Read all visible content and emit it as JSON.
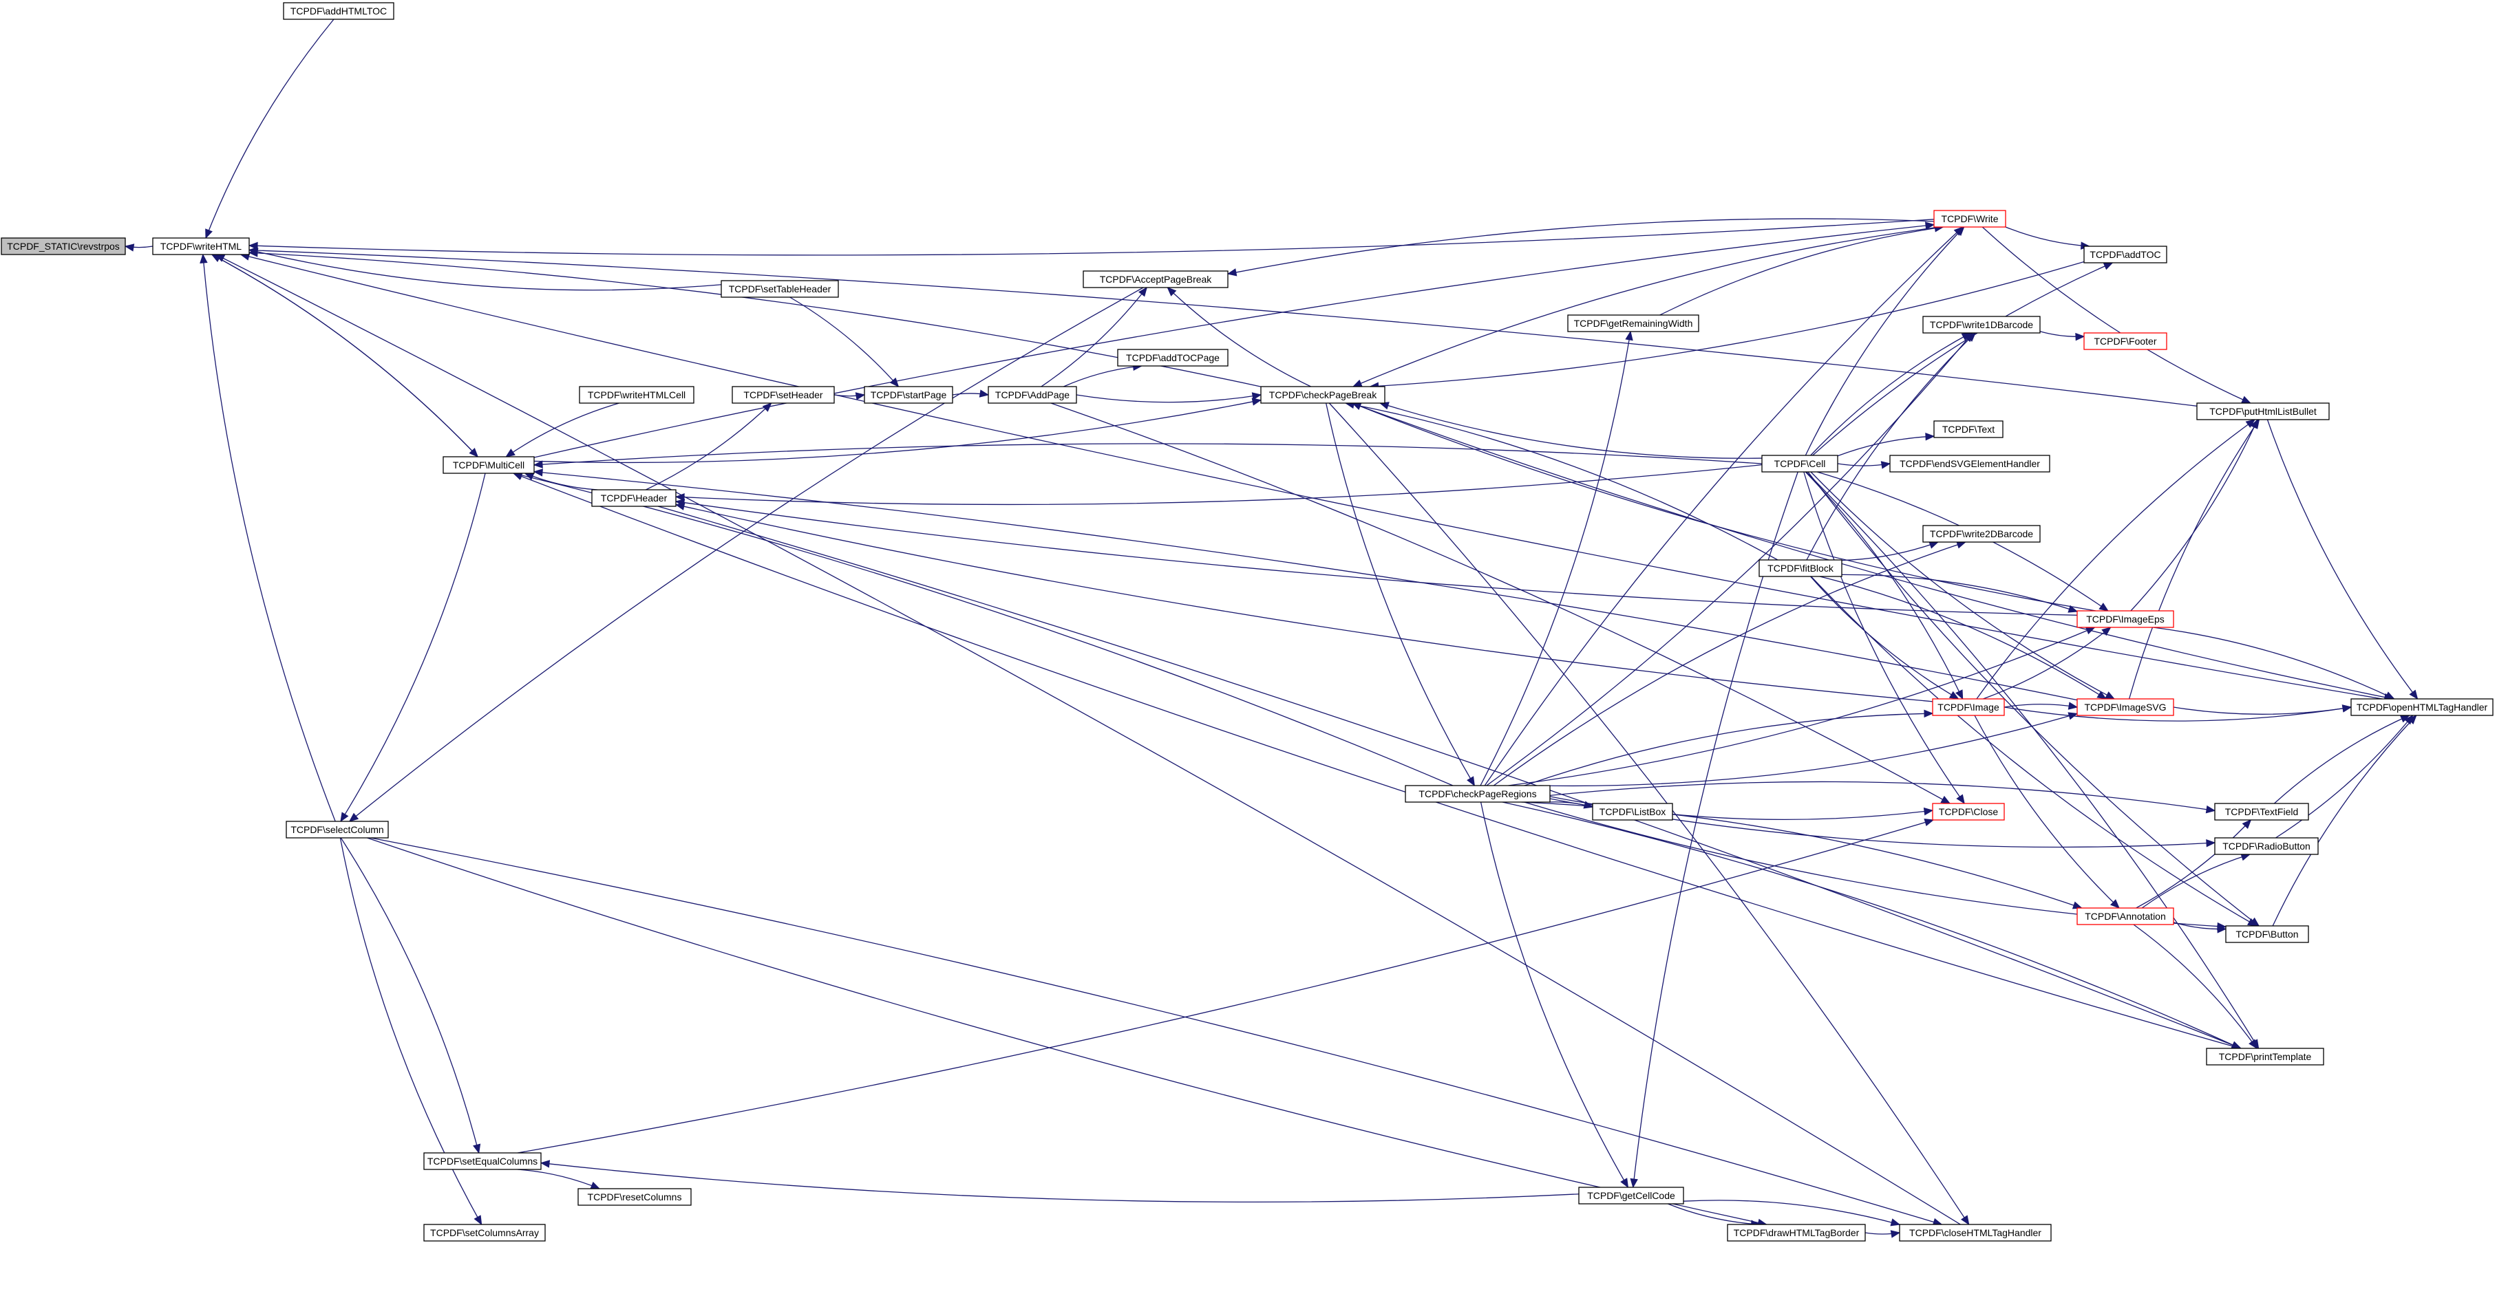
{
  "diagram": {
    "colors": {
      "edge": "#191970",
      "root_fill": "#bfbfbf",
      "alert_border": "#ff0000",
      "node_border": "#000000"
    },
    "nodes": [
      {
        "id": "revstrpos",
        "label": "TCPDF_STATIC\\revstrpos",
        "root": true
      },
      {
        "id": "writeHTML",
        "label": "TCPDF\\writeHTML"
      },
      {
        "id": "addHTMLTOC",
        "label": "TCPDF\\addHTMLTOC"
      },
      {
        "id": "setTableHeader",
        "label": "TCPDF\\setTableHeader"
      },
      {
        "id": "AcceptPageBreak",
        "label": "TCPDF\\AcceptPageBreak"
      },
      {
        "id": "addTOCPage",
        "label": "TCPDF\\addTOCPage"
      },
      {
        "id": "setHeader",
        "label": "TCPDF\\setHeader"
      },
      {
        "id": "startPage",
        "label": "TCPDF\\startPage"
      },
      {
        "id": "AddPage",
        "label": "TCPDF\\AddPage"
      },
      {
        "id": "checkPageBreak",
        "label": "TCPDF\\checkPageBreak"
      },
      {
        "id": "writeHTMLCell",
        "label": "TCPDF\\writeHTMLCell"
      },
      {
        "id": "MultiCell",
        "label": "TCPDF\\MultiCell"
      },
      {
        "id": "Header",
        "label": "TCPDF\\Header"
      },
      {
        "id": "getRemainingWidth",
        "label": "TCPDF\\getRemainingWidth"
      },
      {
        "id": "Write",
        "label": "TCPDF\\Write",
        "alert": true
      },
      {
        "id": "addTOC",
        "label": "TCPDF\\addTOC"
      },
      {
        "id": "write1DBarcode",
        "label": "TCPDF\\write1DBarcode"
      },
      {
        "id": "Footer",
        "label": "TCPDF\\Footer",
        "alert": true
      },
      {
        "id": "Text",
        "label": "TCPDF\\Text"
      },
      {
        "id": "endSVGElementHandler",
        "label": "TCPDF\\endSVGElementHandler"
      },
      {
        "id": "Cell",
        "label": "TCPDF\\Cell"
      },
      {
        "id": "putHtmlListBullet",
        "label": "TCPDF\\putHtmlListBullet"
      },
      {
        "id": "write2DBarcode",
        "label": "TCPDF\\write2DBarcode"
      },
      {
        "id": "fitBlock",
        "label": "TCPDF\\fitBlock"
      },
      {
        "id": "ImageEps",
        "label": "TCPDF\\ImageEps",
        "alert": true
      },
      {
        "id": "Image",
        "label": "TCPDF\\Image",
        "alert": true
      },
      {
        "id": "ImageSVG",
        "label": "TCPDF\\ImageSVG",
        "alert": true
      },
      {
        "id": "openHTMLTagHandler",
        "label": "TCPDF\\openHTMLTagHandler"
      },
      {
        "id": "checkPageRegions",
        "label": "TCPDF\\checkPageRegions"
      },
      {
        "id": "ListBox",
        "label": "TCPDF\\ListBox"
      },
      {
        "id": "Close",
        "label": "TCPDF\\Close",
        "alert": true
      },
      {
        "id": "TextField",
        "label": "TCPDF\\TextField"
      },
      {
        "id": "RadioButton",
        "label": "TCPDF\\RadioButton"
      },
      {
        "id": "Annotation",
        "label": "TCPDF\\Annotation",
        "alert": true
      },
      {
        "id": "Button",
        "label": "TCPDF\\Button"
      },
      {
        "id": "printTemplate",
        "label": "TCPDF\\printTemplate"
      },
      {
        "id": "selectColumn",
        "label": "TCPDF\\selectColumn"
      },
      {
        "id": "setEqualColumns",
        "label": "TCPDF\\setEqualColumns"
      },
      {
        "id": "resetColumns",
        "label": "TCPDF\\resetColumns"
      },
      {
        "id": "setColumnsArray",
        "label": "TCPDF\\setColumnsArray"
      },
      {
        "id": "getCellCode",
        "label": "TCPDF\\getCellCode"
      },
      {
        "id": "drawHTMLTagBorder",
        "label": "TCPDF\\drawHTMLTagBorder"
      },
      {
        "id": "closeHTMLTagHandler",
        "label": "TCPDF\\closeHTMLTagHandler"
      }
    ],
    "edges": [
      [
        "writeHTML",
        "revstrpos"
      ],
      [
        "addHTMLTOC",
        "writeHTML"
      ],
      [
        "setTableHeader",
        "writeHTML"
      ],
      [
        "MultiCell",
        "writeHTML"
      ],
      [
        "selectColumn",
        "writeHTML"
      ],
      [
        "checkPageBreak",
        "writeHTML"
      ],
      [
        "Write",
        "writeHTML"
      ],
      [
        "putHtmlListBullet",
        "writeHTML"
      ],
      [
        "openHTMLTagHandler",
        "writeHTML"
      ],
      [
        "closeHTMLTagHandler",
        "writeHTML"
      ],
      [
        "writeHTML",
        "MultiCell"
      ],
      [
        "AcceptPageBreak",
        "selectColumn"
      ],
      [
        "checkPageBreak",
        "AcceptPageBreak"
      ],
      [
        "Write",
        "AcceptPageBreak"
      ],
      [
        "setTableHeader",
        "startPage"
      ],
      [
        "setHeader",
        "startPage"
      ],
      [
        "startPage",
        "AddPage"
      ],
      [
        "AddPage",
        "AcceptPageBreak"
      ],
      [
        "AddPage",
        "addTOCPage"
      ],
      [
        "AddPage",
        "checkPageBreak"
      ],
      [
        "AddPage",
        "Close"
      ],
      [
        "writeHTMLCell",
        "MultiCell"
      ],
      [
        "Header",
        "MultiCell"
      ],
      [
        "Header",
        "setHeader"
      ],
      [
        "MultiCell",
        "Write"
      ],
      [
        "MultiCell",
        "checkPageBreak"
      ],
      [
        "MultiCell",
        "selectColumn"
      ],
      [
        "Cell",
        "MultiCell"
      ],
      [
        "Cell",
        "Header"
      ],
      [
        "checkPageRegions",
        "MultiCell"
      ],
      [
        "printTemplate",
        "MultiCell"
      ],
      [
        "ImageSVG",
        "MultiCell"
      ],
      [
        "Cell",
        "checkPageBreak"
      ],
      [
        "fitBlock",
        "checkPageBreak"
      ],
      [
        "ImageEps",
        "checkPageBreak"
      ],
      [
        "Write",
        "checkPageBreak"
      ],
      [
        "addTOC",
        "checkPageBreak"
      ],
      [
        "checkPageBreak",
        "checkPageRegions"
      ],
      [
        "checkPageBreak",
        "closeHTMLTagHandler"
      ],
      [
        "checkPageBreak",
        "openHTMLTagHandler"
      ],
      [
        "getRemainingWidth",
        "Write"
      ],
      [
        "Write",
        "addTOC"
      ],
      [
        "Cell",
        "Write"
      ],
      [
        "Write",
        "putHtmlListBullet"
      ],
      [
        "Cell",
        "write1DBarcode"
      ],
      [
        "write1DBarcode",
        "Footer"
      ],
      [
        "Cell",
        "Text"
      ],
      [
        "Cell",
        "endSVGElementHandler"
      ],
      [
        "Cell",
        "Image"
      ],
      [
        "Cell",
        "Close"
      ],
      [
        "Cell",
        "ImageEps"
      ],
      [
        "Cell",
        "ImageSVG"
      ],
      [
        "Cell",
        "addTOC"
      ],
      [
        "Cell",
        "Button"
      ],
      [
        "Cell",
        "printTemplate"
      ],
      [
        "Cell",
        "getCellCode"
      ],
      [
        "fitBlock",
        "write1DBarcode"
      ],
      [
        "fitBlock",
        "write2DBarcode"
      ],
      [
        "fitBlock",
        "ImageEps"
      ],
      [
        "fitBlock",
        "Image"
      ],
      [
        "fitBlock",
        "ImageSVG"
      ],
      [
        "fitBlock",
        "Button"
      ],
      [
        "Image",
        "Header"
      ],
      [
        "Image",
        "ImageEps"
      ],
      [
        "Image",
        "ImageSVG"
      ],
      [
        "Image",
        "openHTMLTagHandler"
      ],
      [
        "Image",
        "putHtmlListBullet"
      ],
      [
        "Image",
        "Annotation"
      ],
      [
        "ImageEps",
        "openHTMLTagHandler"
      ],
      [
        "ImageEps",
        "putHtmlListBullet"
      ],
      [
        "ImageEps",
        "Header"
      ],
      [
        "ImageSVG",
        "openHTMLTagHandler"
      ],
      [
        "ImageSVG",
        "putHtmlListBullet"
      ],
      [
        "putHtmlListBullet",
        "openHTMLTagHandler"
      ],
      [
        "TextField",
        "openHTMLTagHandler"
      ],
      [
        "RadioButton",
        "openHTMLTagHandler"
      ],
      [
        "Button",
        "openHTMLTagHandler"
      ],
      [
        "Annotation",
        "TextField"
      ],
      [
        "Annotation",
        "RadioButton"
      ],
      [
        "Annotation",
        "Button"
      ],
      [
        "Annotation",
        "printTemplate"
      ],
      [
        "checkPageRegions",
        "getRemainingWidth"
      ],
      [
        "checkPageRegions",
        "Write"
      ],
      [
        "checkPageRegions",
        "write1DBarcode"
      ],
      [
        "checkPageRegions",
        "write2DBarcode"
      ],
      [
        "checkPageRegions",
        "ImageEps"
      ],
      [
        "checkPageRegions",
        "Image"
      ],
      [
        "checkPageRegions",
        "ImageSVG"
      ],
      [
        "checkPageRegions",
        "ListBox"
      ],
      [
        "checkPageRegions",
        "Close"
      ],
      [
        "checkPageRegions",
        "TextField"
      ],
      [
        "checkPageRegions",
        "RadioButton"
      ],
      [
        "checkPageRegions",
        "Annotation"
      ],
      [
        "checkPageRegions",
        "Button"
      ],
      [
        "checkPageRegions",
        "printTemplate"
      ],
      [
        "checkPageRegions",
        "getCellCode"
      ],
      [
        "selectColumn",
        "setEqualColumns"
      ],
      [
        "selectColumn",
        "setColumnsArray"
      ],
      [
        "selectColumn",
        "closeHTMLTagHandler"
      ],
      [
        "selectColumn",
        "drawHTMLTagBorder"
      ],
      [
        "setEqualColumns",
        "resetColumns"
      ],
      [
        "setEqualColumns",
        "Close"
      ],
      [
        "getCellCode",
        "setEqualColumns"
      ],
      [
        "getCellCode",
        "drawHTMLTagBorder"
      ],
      [
        "getCellCode",
        "closeHTMLTagHandler"
      ],
      [
        "drawHTMLTagBorder",
        "closeHTMLTagHandler"
      ],
      [
        "Header",
        "printTemplate"
      ]
    ]
  }
}
